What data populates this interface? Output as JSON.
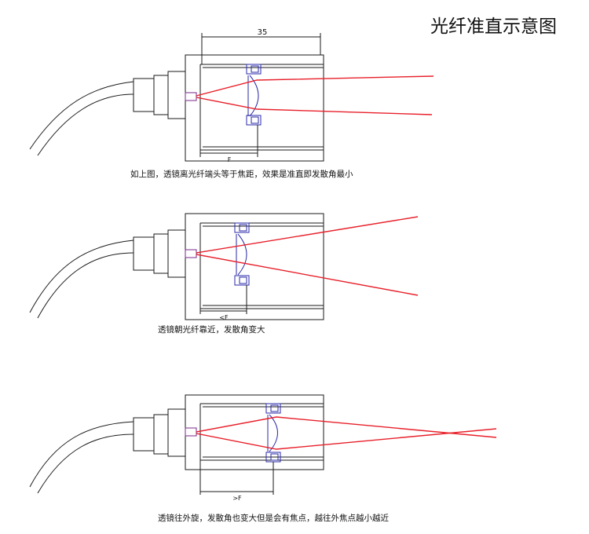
{
  "title": "光纤准直示意图",
  "colors": {
    "ray": "#e8202a",
    "lens": "#2a2aa8",
    "fiber_core": "#7a2a8a",
    "line": "#1a1a1a"
  },
  "diagrams": [
    {
      "id": "focus",
      "caption": "如上图，透镜离光纤端头等于焦距，效果是准直即发散角最小",
      "dim_top_label": "35",
      "dim_bottom_label": "F"
    },
    {
      "id": "closer",
      "caption": "透镜朝光纤靠近，发散角变大",
      "dim_bottom_label": "<F"
    },
    {
      "id": "farther",
      "caption": "透镜往外旋，发散角也变大但是会有焦点，越往外焦点越小越近",
      "dim_bottom_label": ">F"
    }
  ]
}
